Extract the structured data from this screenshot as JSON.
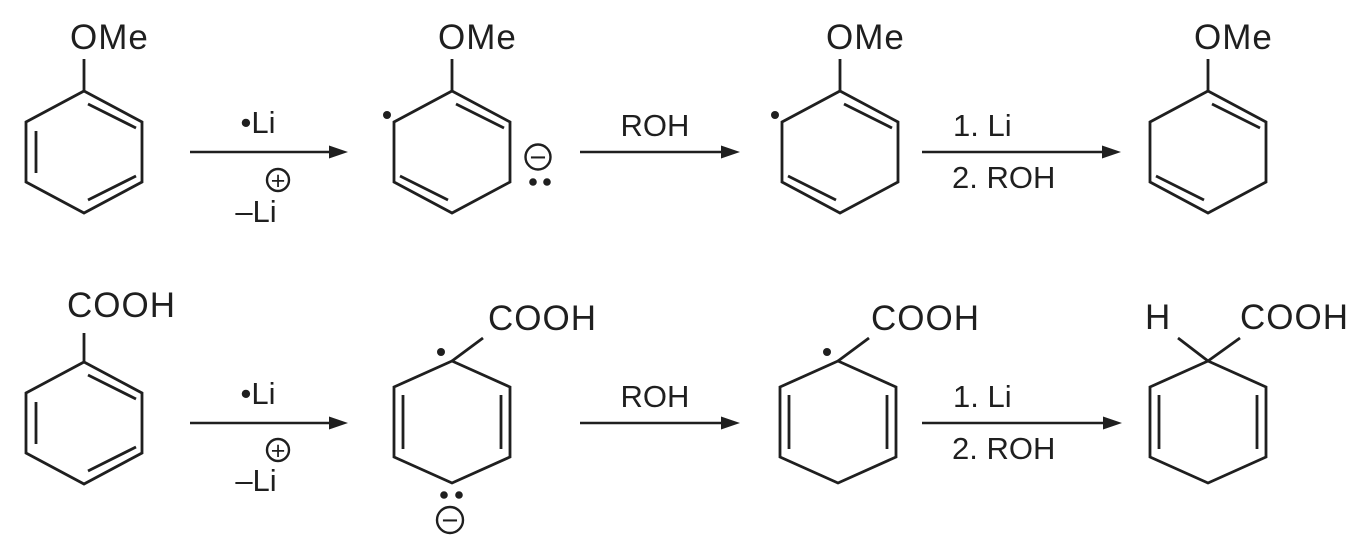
{
  "scheme": {
    "background_color": "#ffffff",
    "ink_color": "#1f1f1f",
    "rows": [
      {
        "substituent": "OMe",
        "anion_charge": "−",
        "arrow1": {
          "above": "•Li",
          "charge": "+",
          "below": "–Li"
        },
        "arrow2": {
          "above": "ROH"
        },
        "arrow3": {
          "line1": "1. Li",
          "line2": "2. ROH"
        }
      },
      {
        "substituent": "COOH",
        "h_label": "H",
        "anion_charge": "−",
        "arrow1": {
          "above": "•Li",
          "charge": "+",
          "below": "–Li"
        },
        "arrow2": {
          "above": "ROH"
        },
        "arrow3": {
          "line1": "1. Li",
          "line2": "2. ROH"
        }
      }
    ]
  }
}
